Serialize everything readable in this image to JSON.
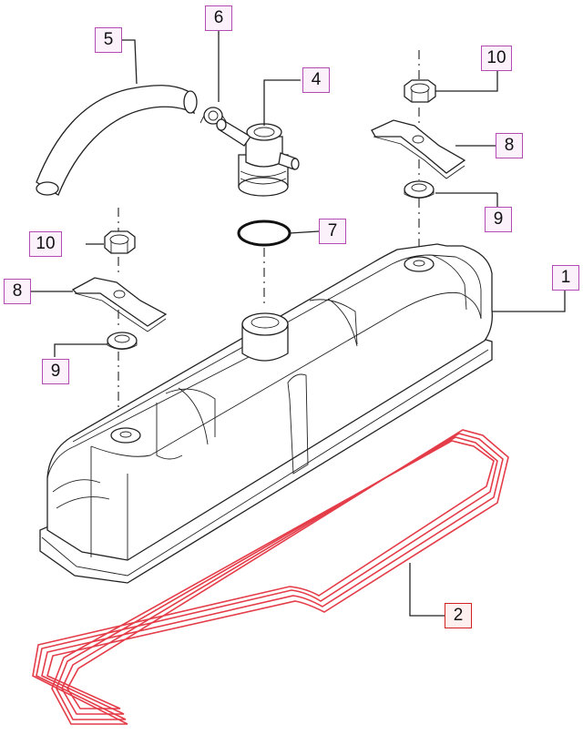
{
  "callouts": [
    {
      "id": "c5",
      "label": "5"
    },
    {
      "id": "c6",
      "label": "6"
    },
    {
      "id": "c4",
      "label": "4"
    },
    {
      "id": "c10a",
      "label": "10"
    },
    {
      "id": "c8a",
      "label": "8"
    },
    {
      "id": "c9a",
      "label": "9"
    },
    {
      "id": "c7",
      "label": "7"
    },
    {
      "id": "c10b",
      "label": "10"
    },
    {
      "id": "c8b",
      "label": "8"
    },
    {
      "id": "c9b",
      "label": "9"
    },
    {
      "id": "c1",
      "label": "1"
    },
    {
      "id": "c2",
      "label": "2"
    }
  ],
  "colors": {
    "line": "#222222",
    "callout_border": "#b44bb4",
    "highlight": "#e43c48"
  }
}
